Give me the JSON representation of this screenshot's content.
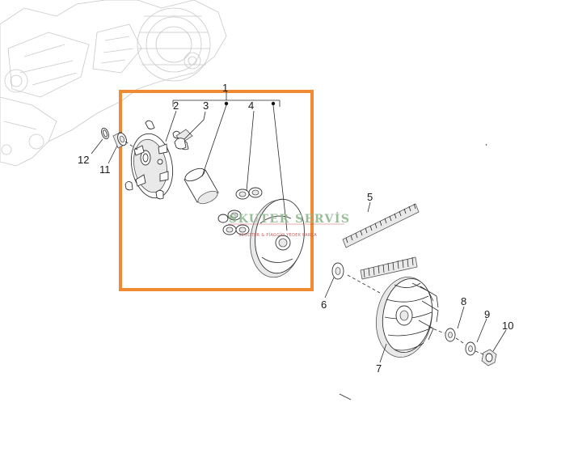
{
  "callouts": {
    "c1": "1",
    "c2": "2",
    "c3": "3",
    "c4": "4",
    "c5": "5",
    "c6": "6",
    "c7": "7",
    "c8": "8",
    "c9": "9",
    "c10": "10",
    "c11": "11",
    "c12": "12"
  },
  "watermark": {
    "title": "SKUTER SERVİS",
    "subtitle": "SCOOTER & PİAGGİO YEDEK PARÇA"
  },
  "colors": {
    "highlight_box": "#f08a33",
    "line": "#2a2a2a",
    "watermark_title": "#8fb98f",
    "watermark_subtitle": "#c84a4a"
  }
}
